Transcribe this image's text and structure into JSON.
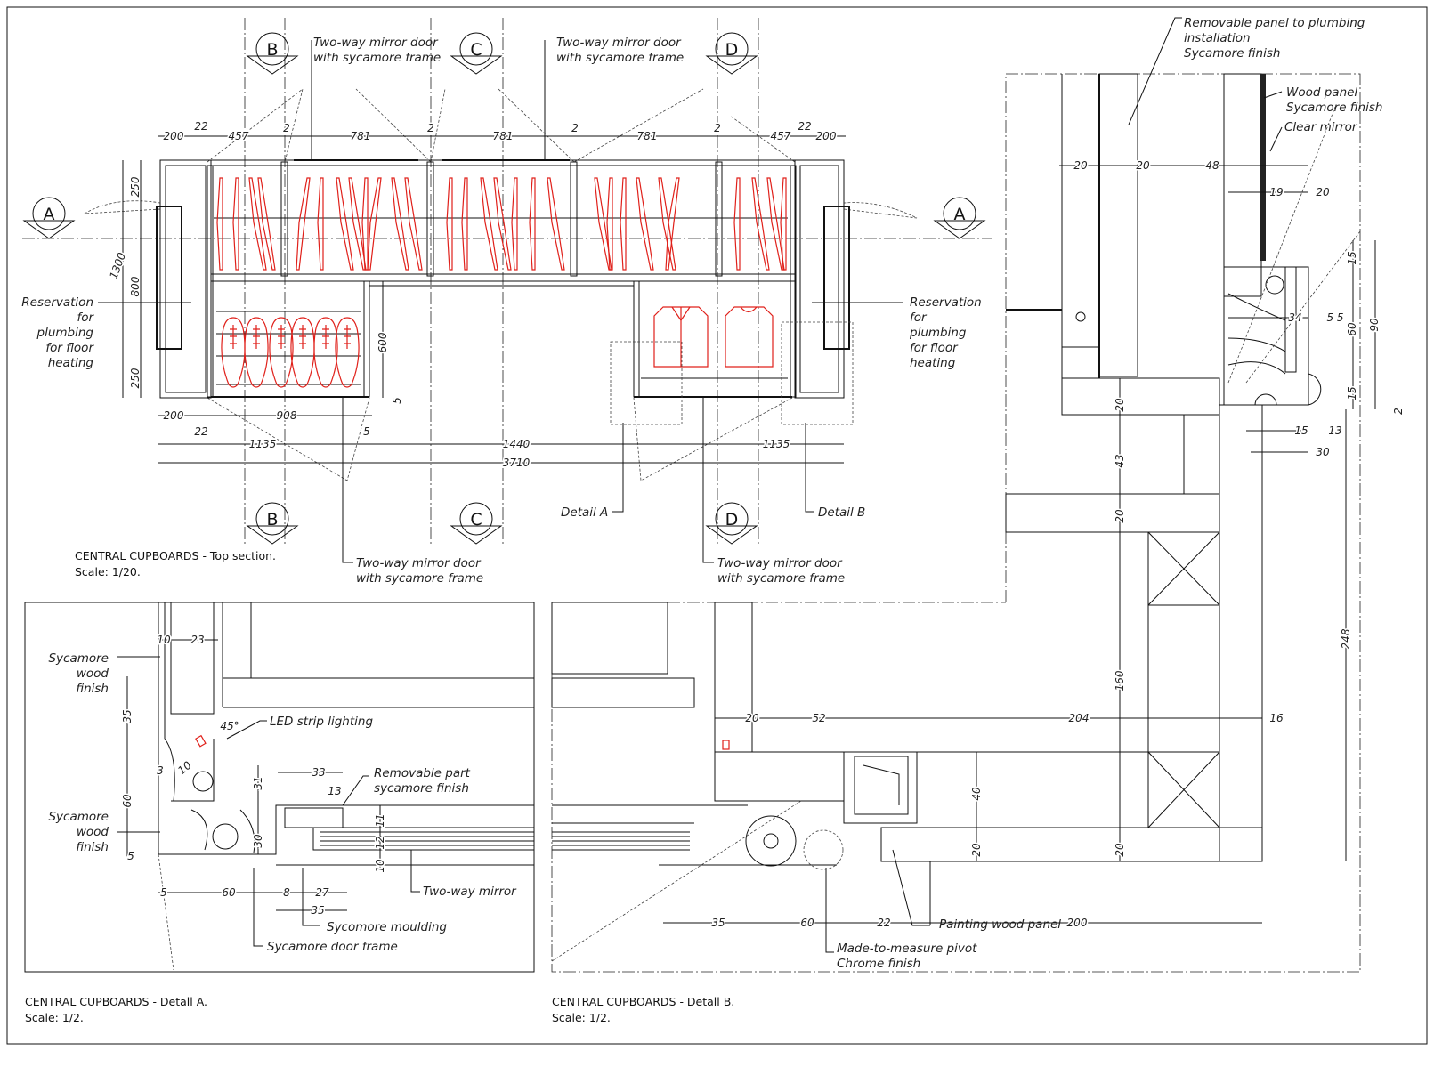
{
  "titles": {
    "top_section": "CENTRAL CUPBOARDS - Top section.",
    "top_scale": "Scale: 1/20.",
    "detail_a": "CENTRAL CUPBOARDS - Detall A.",
    "detail_a_scale": "Scale: 1/2.",
    "detail_b": "CENTRAL CUPBOARDS - Detall B.",
    "detail_b_scale": "Scale: 1/2."
  },
  "markers": {
    "a": "A",
    "b": "B",
    "c": "C",
    "d": "D"
  },
  "callouts": {
    "mirror_door_1": [
      "Two-way mirror door",
      "with sycamore frame"
    ],
    "mirror_door_2": [
      "Two-way mirror door",
      "with sycamore frame"
    ],
    "mirror_door_3": [
      "Two-way mirror door",
      "with sycamore frame"
    ],
    "mirror_door_4": [
      "Two-way mirror door",
      "with sycamore frame"
    ],
    "reservation_left": [
      "Reservation",
      "for",
      "plumbing",
      "for  floor",
      "heating"
    ],
    "reservation_right": [
      "Reservation",
      "for",
      "plumbing",
      "for  floor",
      "heating"
    ],
    "detail_a_ref": "Detail A",
    "detail_b_ref": "Detail B",
    "removable_panel": [
      "Removable  panel  to  plumbing",
      "installation",
      "Sycamore  finish"
    ],
    "wood_panel": [
      "Wood  panel",
      "Sycamore  finish"
    ],
    "clear_mirror": "Clear  mirror",
    "sycamore_wood_1": [
      "Sycamore",
      "wood",
      "finish"
    ],
    "sycamore_wood_2": [
      "Sycamore",
      "wood",
      "finish"
    ],
    "led_strip": "LED  strip  lighting",
    "removable_part": [
      "Removable  part",
      "sycamore  finish"
    ],
    "two_way_mirror": "Two-way  mirror",
    "sycomore_moulding": "Sycomore  moulding",
    "sycamore_door_frame": "Sycamore  door  frame",
    "painting_wood_panel": "Painting  wood  panel",
    "pivot": [
      "Made-to-measure  pivot",
      "Chrome  finish"
    ]
  },
  "dims": [
    "200",
    "22",
    "457",
    "2",
    "781",
    "2",
    "781",
    "2",
    "781",
    "2",
    "457",
    "22",
    "200",
    "250",
    "1300",
    "800",
    "250",
    "600",
    "5",
    "200",
    "908",
    "22",
    "5",
    "1135",
    "1440",
    "1135",
    "3710",
    "20",
    "20",
    "48",
    "19",
    "20",
    "15",
    "60",
    "90",
    "34",
    "5 5",
    "15",
    "2",
    "15",
    "13",
    "30",
    "20",
    "43",
    "20",
    "160",
    "248",
    "16",
    "204",
    "52",
    "20",
    "40",
    "20",
    "20",
    "200",
    "22",
    "60",
    "35",
    "10",
    "23",
    "35",
    "45°",
    "10",
    "3",
    "60",
    "31",
    "33",
    "13",
    "11",
    "30",
    "12",
    "10",
    "5",
    "5",
    "60",
    "8",
    "27",
    "35"
  ],
  "colors": {
    "line": "#111111",
    "furniture": "#e0201a"
  }
}
